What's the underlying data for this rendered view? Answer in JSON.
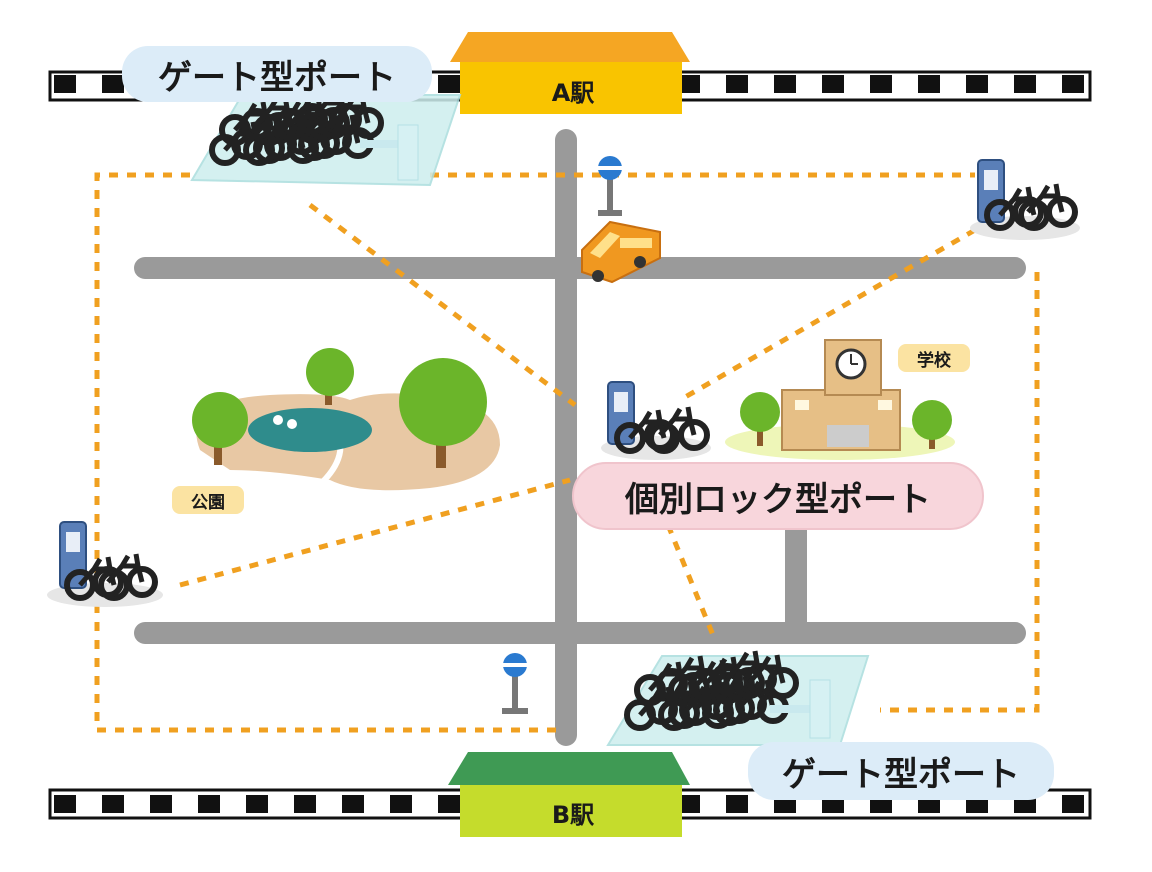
{
  "stations": {
    "a": "A駅",
    "b": "B駅"
  },
  "ports": {
    "gate_top": "ゲート型ポート",
    "gate_bottom": "ゲート型ポート",
    "individual_lock": "個別ロック型ポート"
  },
  "places": {
    "school": "学校",
    "park": "公園"
  },
  "colors": {
    "route_dots": "#f0a020",
    "road": "#9a9a9a",
    "station_a_roof": "#f5a623",
    "station_a_body": "#f9c400",
    "station_b_roof": "#3f9a54",
    "station_b_body": "#c5dc2c",
    "gate_label": "#dcecf8",
    "lock_label": "#f8d6dc",
    "tag": "#fbe3a2"
  },
  "icons": [
    "bus-stop-sign-icon",
    "bus-icon",
    "bicycle-rack-icon",
    "clock-icon",
    "tree-icon",
    "pond-icon"
  ]
}
